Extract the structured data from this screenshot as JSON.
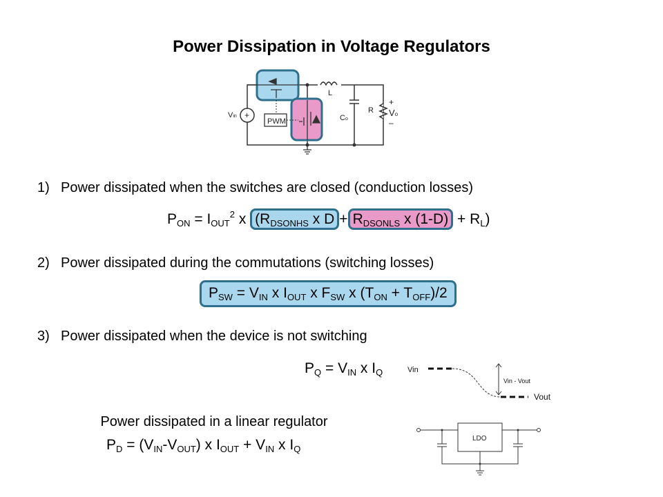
{
  "title": "Power Dissipation in Voltage Regulators",
  "buck_circuit": {
    "labels": {
      "vin": "V",
      "vin_sub": "in",
      "inductor": "L",
      "cap": "C",
      "cap_sub": "o",
      "resistor": "R",
      "vo": "V",
      "vo_sub": "o",
      "plus": "+",
      "minus": "–",
      "pwm": "PWM"
    },
    "colors": {
      "high_side": "#a9d8ee",
      "low_side": "#e99ac8",
      "border": "#2e6f8e"
    }
  },
  "items": [
    {
      "num": "1)",
      "text": "Power dissipated when the switches are closed (conduction losses)"
    },
    {
      "num": "2)",
      "text": "Power dissipated during the commutations (switching losses)"
    },
    {
      "num": "3)",
      "text": "Power dissipated when the device is not switching"
    }
  ],
  "eq_on": {
    "p": "P",
    "p_sub": "ON",
    "eq": " = I",
    "i_sub": "OUT",
    "sq": "2",
    "x": " x ",
    "hs": "(R",
    "hs_sub": "DSONHS",
    "hs_tail": " x D",
    "plus": "+",
    "ls": "R",
    "ls_sub": "DSONLS",
    "ls_tail": " x (1-D)",
    "rl": " + R",
    "rl_sub": "L",
    "close": ")"
  },
  "eq_sw": {
    "p": "P",
    "p_sub": "SW",
    "a": " = V",
    "a_sub": "IN",
    "b": " x I",
    "b_sub": "OUT",
    "c": " x F",
    "c_sub": "SW",
    "d": " x (T",
    "d_sub": "ON",
    "e": " + T",
    "e_sub": "OFF",
    "f": ")/2"
  },
  "eq_q": {
    "p": "P",
    "p_sub": "Q",
    "a": " = V",
    "a_sub": "IN",
    "b": " x I",
    "b_sub": "Q"
  },
  "dropout": {
    "vin": "Vin",
    "vout": "Vout",
    "diff": "Vin - Vout"
  },
  "linear": {
    "heading": "Power dissipated in a linear regulator",
    "p": "P",
    "p_sub": "D",
    "a": " = (V",
    "a_sub": "IN",
    "b": "-V",
    "b_sub": "OUT",
    "c": ") x I",
    "c_sub": "OUT",
    "d": " + V",
    "d_sub": "IN",
    "e": " x I",
    "e_sub": "Q"
  },
  "ldo": {
    "label": "LDO"
  }
}
